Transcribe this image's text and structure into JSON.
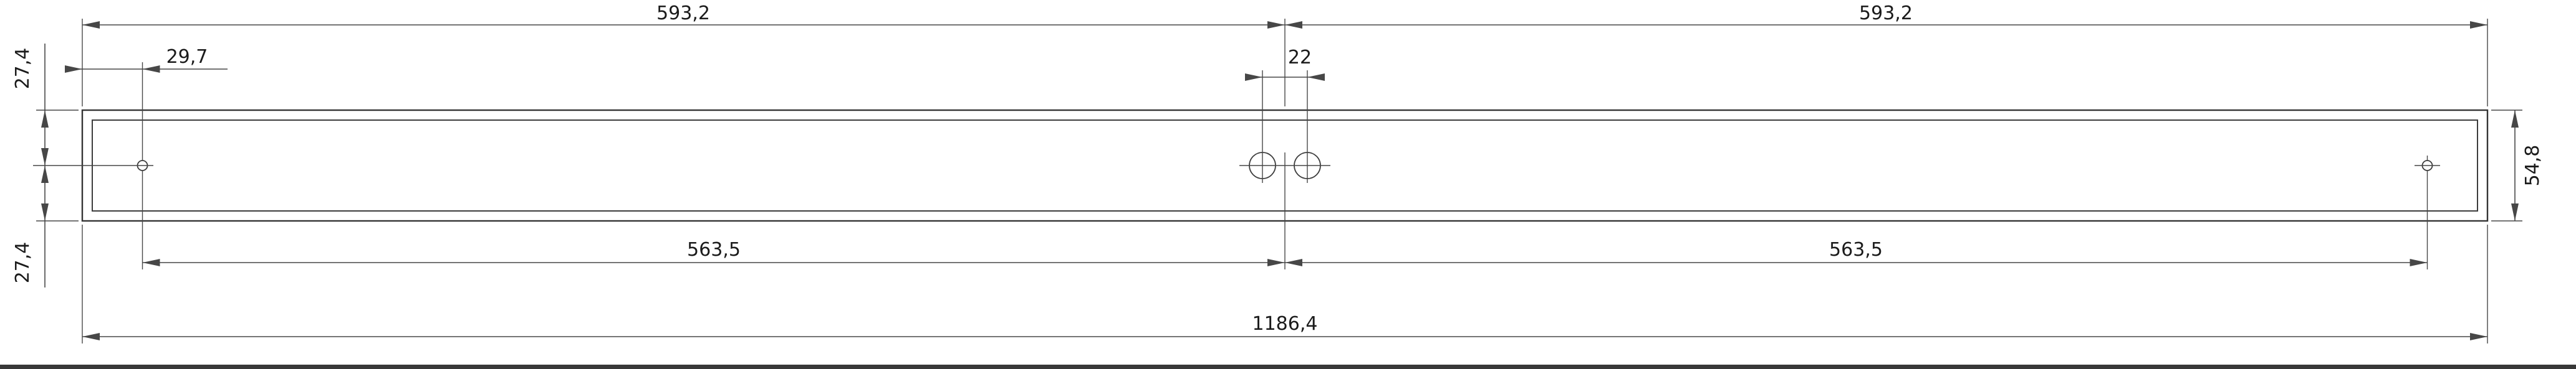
{
  "drawing": {
    "kind": "technical-dimension-drawing",
    "part": {
      "overall_length": "1186,4",
      "profile_height": "54,8"
    },
    "dimensions": {
      "top_left_half": "593,2",
      "top_right_half": "593,2",
      "hole_edge_offset": "29,7",
      "center_hole_spacing": "22",
      "left_hole_to_center": "563,5",
      "center_to_right_hole": "563,5",
      "overall_length": "1186,4",
      "top_half_height": "27,4",
      "bottom_half_height": "27,4",
      "profile_height": "54,8"
    },
    "colors": {
      "line": "#474747",
      "outline": "#343434",
      "text": "#1b1b1b",
      "background": "#ffffff"
    }
  }
}
